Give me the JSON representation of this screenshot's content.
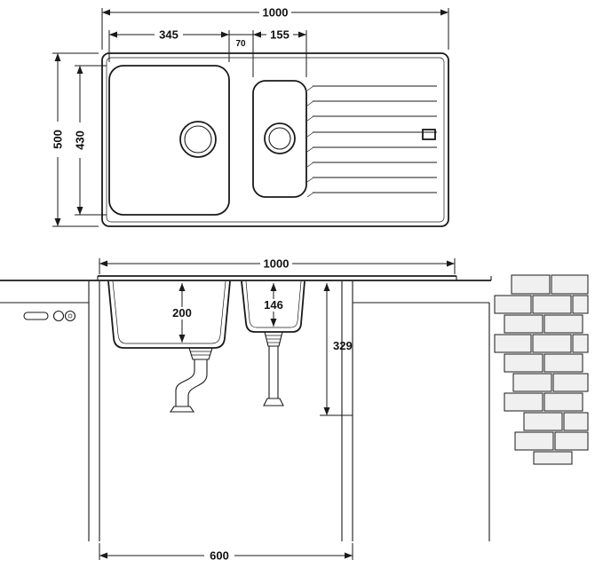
{
  "page": {
    "background": "#ffffff",
    "line_color": "#1a1a1a",
    "brick_fill": "#f0f0f0"
  },
  "plan_view": {
    "overall_width": "1000",
    "main_bowl_width": "345",
    "gap_width": "70",
    "half_bowl_width": "155",
    "overall_depth": "500",
    "main_bowl_length": "430"
  },
  "section_view": {
    "overall_width": "1000",
    "main_bowl_depth": "200",
    "half_bowl_depth": "146",
    "under_counter_depth": "329",
    "cabinet_width": "600"
  }
}
